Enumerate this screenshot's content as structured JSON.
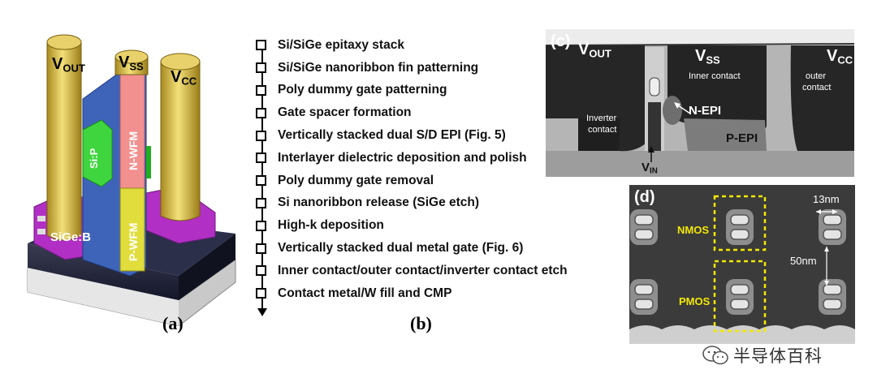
{
  "panel_a": {
    "caption": "(a)",
    "vout_main": "V",
    "vout_sub": "OUT",
    "vss_main": "V",
    "vss_sub": "SS",
    "vcc_main": "V",
    "vcc_sub": "CC",
    "n_wfm": "N-WFM",
    "p_wfm": "P-WFM",
    "si_p": "Si:P",
    "sige_b": "SiGe:B"
  },
  "panel_b": {
    "caption": "(b)",
    "steps": [
      "Si/SiGe epitaxy stack",
      "Si/SiGe nanoribbon fin patterning",
      "Poly dummy gate patterning",
      "Gate spacer formation",
      "Vertically stacked dual S/D EPI (Fig. 5)",
      "Interlayer dielectric deposition and polish",
      "Poly dummy gate removal",
      "Si nanoribbon release (SiGe etch)",
      "High-k deposition",
      "Vertically stacked dual metal gate (Fig. 6)",
      "Inner contact/outer contact/inverter contact etch",
      "Contact metal/W fill and CMP"
    ]
  },
  "panel_c": {
    "caption": "(c)",
    "vout_main": "V",
    "vout_sub": "OUT",
    "vss_main": "V",
    "vss_sub": "SS",
    "vcc_main": "V",
    "vcc_sub": "CC",
    "inner_contact": "Inner contact",
    "outer_contact_1": "outer",
    "outer_contact_2": "contact",
    "inverter_1": "Inverter",
    "inverter_2": "contact",
    "n_epi": "N-EPI",
    "p_epi": "P-EPI",
    "vin_main": "V",
    "vin_sub": "IN"
  },
  "panel_d": {
    "caption": "(d)",
    "nmos": "NMOS",
    "pmos": "PMOS",
    "width_label": "13nm",
    "pitch_label": "50nm"
  },
  "watermark": {
    "text": "半导体百科"
  },
  "colors": {
    "gold": "#d9c04a",
    "blue_gate": "#3e64b9",
    "n_wfm": "#f2908f",
    "p_wfm": "#e0dd3c",
    "si_p": "#3ed53e",
    "sige_b": "#b12fc4",
    "nmos_box": "#f4e800"
  }
}
